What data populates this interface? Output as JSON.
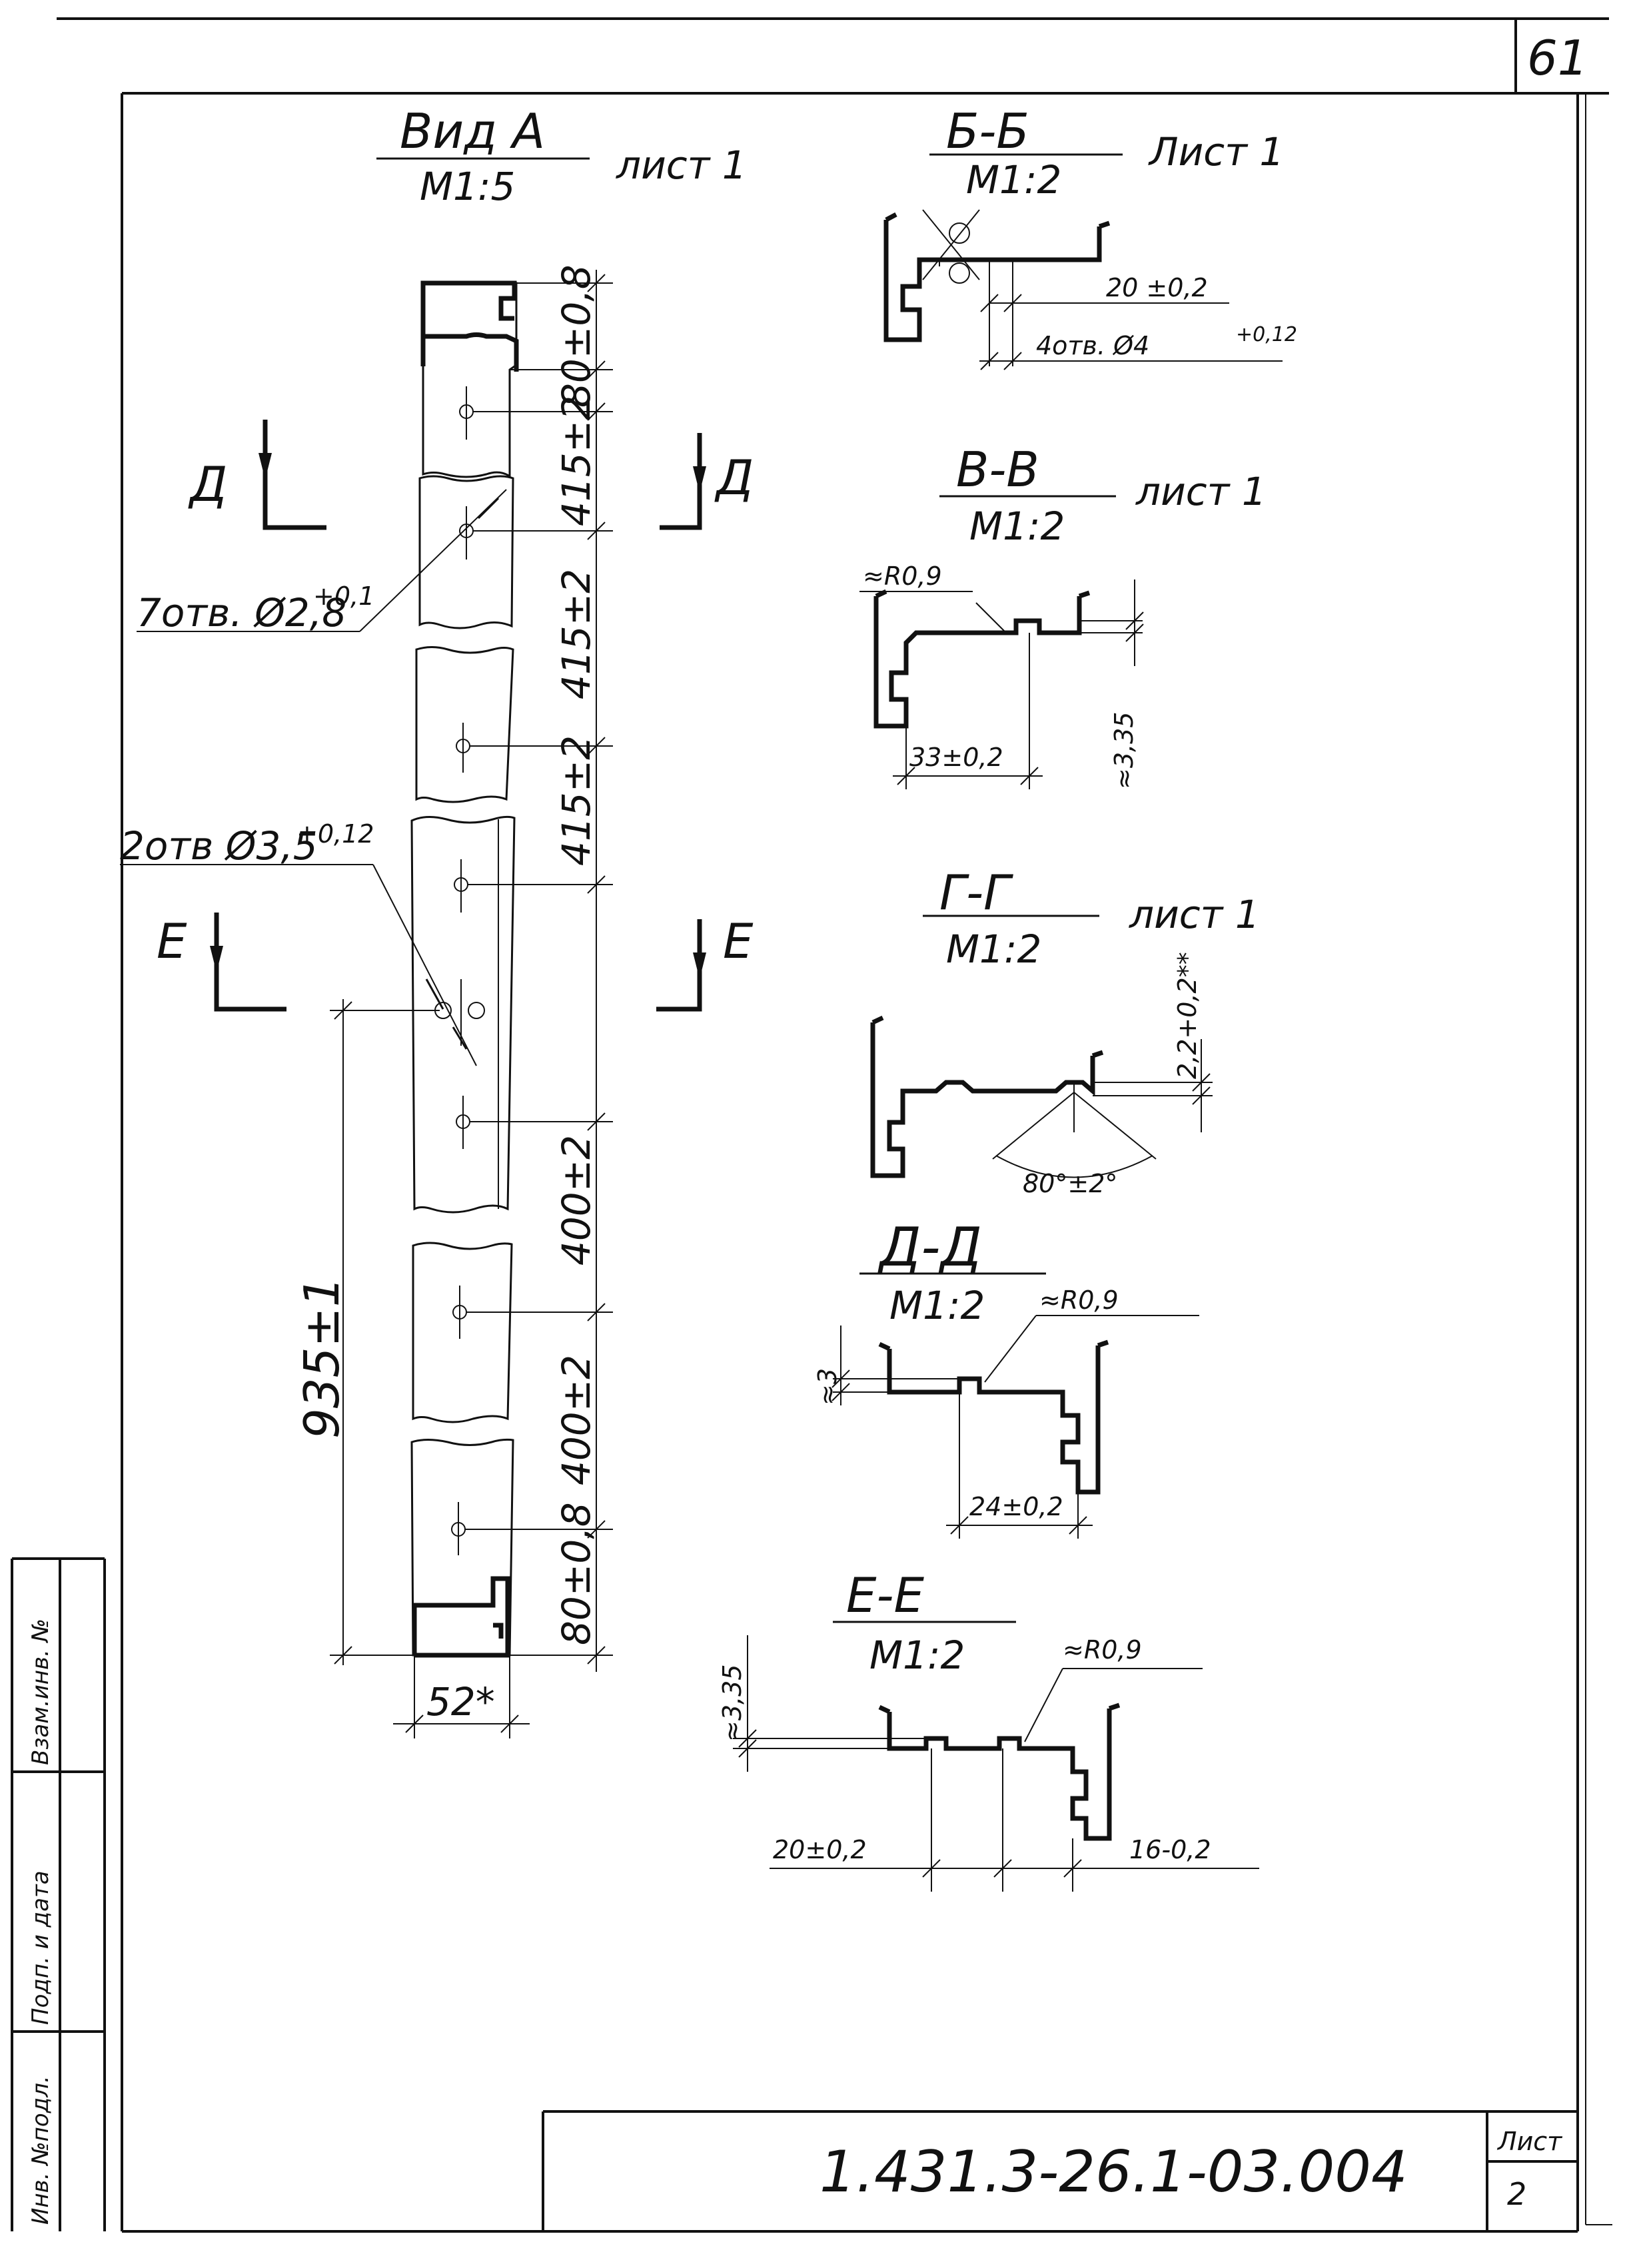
{
  "sheet_number": "61",
  "views": {
    "view_a": {
      "title": "Вид А",
      "scale": "М1:5",
      "sheet_ref": "лист 1"
    },
    "section_bb": {
      "title": "Б-Б",
      "scale": "М1:2",
      "sheet_ref": "Лист 1"
    },
    "section_vv": {
      "title": "В-В",
      "scale": "М1:2",
      "sheet_ref": "лист 1"
    },
    "section_gg": {
      "title": "Г-Г",
      "scale": "М1:2",
      "sheet_ref": "лист 1"
    },
    "section_dd": {
      "title": "Д-Д",
      "scale": "М1:2"
    },
    "section_ee": {
      "title": "Е-Е",
      "scale": "М1:2"
    }
  },
  "cut_markers": {
    "d": "Д",
    "e": "Е"
  },
  "view_a_dims": {
    "top_end": "80±0,8",
    "step1": "415±2",
    "step2": "415±2",
    "step3": "415±2",
    "step4": "400±2",
    "step5": "400±2",
    "bottom_end": "80±0,8",
    "overall": "935±1",
    "width": "52*"
  },
  "view_a_notes": {
    "holes_small": "7отв. Ø2,8",
    "holes_small_tol": "+0,1",
    "holes_large": "2отв Ø3,5",
    "holes_large_tol": "+0,12"
  },
  "section_dims": {
    "bb_pitch": "20 ±0,2",
    "bb_holes": "4отв. Ø4",
    "bb_holes_tol": "+0,12",
    "vv_radius": "≈R0,9",
    "vv_offset": "33±0,2",
    "vv_height": "≈3,35",
    "gg_height": "2,2+0,2**",
    "gg_angle": "80°±2°",
    "dd_radius": "≈R0,9",
    "dd_height": "≈3",
    "dd_offset": "24±0,2",
    "ee_radius": "≈R0,9",
    "ee_height": "≈3,35",
    "ee_pitch": "20±0,2",
    "ee_end": "16-0,2"
  },
  "stamp": {
    "col1": "Инв. №подл.",
    "col2": "Подп. и дата",
    "col3": "Взам.инв. №"
  },
  "title_block": {
    "designation": "1.431.3-26.1-03.004",
    "sheet_label": "Лист",
    "sheet_value": "2"
  }
}
